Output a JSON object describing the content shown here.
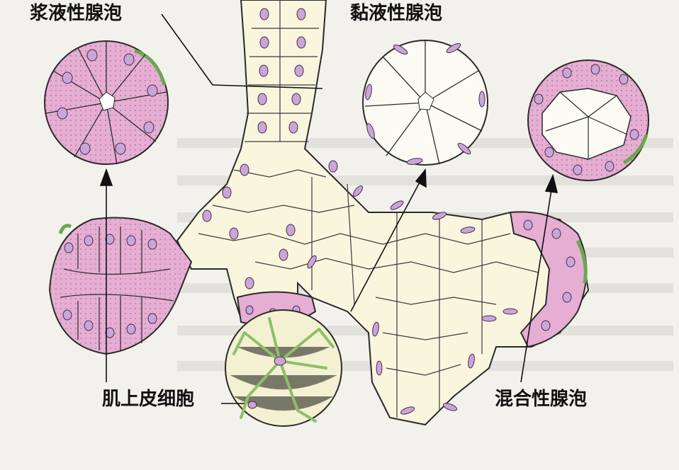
{
  "labels": {
    "serous_acinus": "浆液性腺泡",
    "mucous_acinus": "黏液性腺泡",
    "myoepithelial_cell": "肌上皮细胞",
    "mixed_acinus": "混合性腺泡"
  },
  "colors": {
    "background": "#f3f1ec",
    "serous_cell": "#e6aed3",
    "mucous_cell": "#fbfbf4",
    "duct_cell": "#faf6de",
    "nucleus": "#c9a6d8",
    "myoepithelial": "#8fbf6a",
    "outline": "#2a2a2a"
  }
}
